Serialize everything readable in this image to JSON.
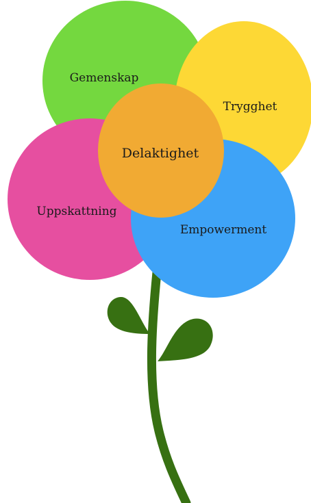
{
  "flower": {
    "center": {
      "label": "Delaktighet",
      "color": "#F1AA33"
    },
    "petals": [
      {
        "key": "gemenskap",
        "label": "Gemenskap",
        "color": "#74D83F"
      },
      {
        "key": "trygghet",
        "label": "Trygghet",
        "color": "#FDD835"
      },
      {
        "key": "uppskattning",
        "label": "Uppskattning",
        "color": "#E64FA0"
      },
      {
        "key": "empowerment",
        "label": "Empowerment",
        "color": "#3EA3F7"
      }
    ],
    "stem_color": "#377012",
    "leaf_color": "#377012"
  }
}
